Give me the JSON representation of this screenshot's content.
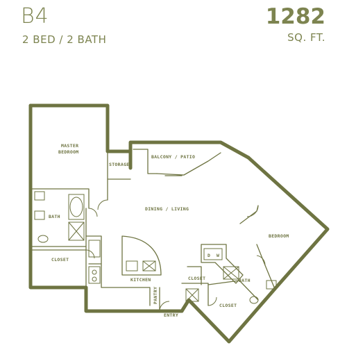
{
  "header": {
    "unit": "B4",
    "beds_baths": "2 BED / 2 BATH",
    "sqft": "1282",
    "sqft_unit": "SQ. FT."
  },
  "rooms": {
    "master_line1": "MASTER",
    "master_line2": "BEDROOM",
    "storage": "STORAGE",
    "balcony": "BALCONY / PATIO",
    "dining": "DINING / LIVING",
    "bedroom": "BEDROOM",
    "bath_master": "BATH",
    "closet_master": "CLOSET",
    "kitchen": "KITCHEN",
    "pantry": "PANTRY",
    "closet_small": "CLOSET",
    "bath_second": "BATH",
    "closet_second": "CLOSET",
    "entry": "ENTRY",
    "dryer": "D",
    "washer": "W"
  },
  "colors": {
    "accent": "#7d8450",
    "wall": "#6e7442"
  }
}
